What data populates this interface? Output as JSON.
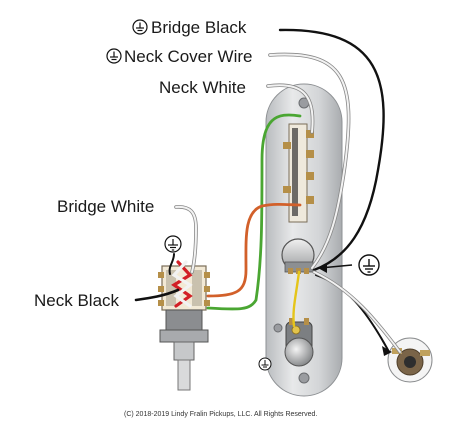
{
  "labels": {
    "bridge_black": "Bridge Black",
    "neck_cover_wire": "Neck Cover Wire",
    "neck_white": "Neck White",
    "bridge_white": "Bridge White",
    "neck_black": "Neck Black"
  },
  "copyright": "(C) 2018-2019 Lindy Fralin Pickups, LLC. All Rights Reserved.",
  "symbols": {
    "ground": "ground-symbol-icon"
  },
  "colors": {
    "black_wire": "#111111",
    "white_wire": "#bbbbbb",
    "green_wire": "#4aa632",
    "orange_wire": "#d2602a",
    "red_wire": "#d21f26",
    "yellow_wire": "#e5c51a",
    "plate": "#d6d8da"
  }
}
